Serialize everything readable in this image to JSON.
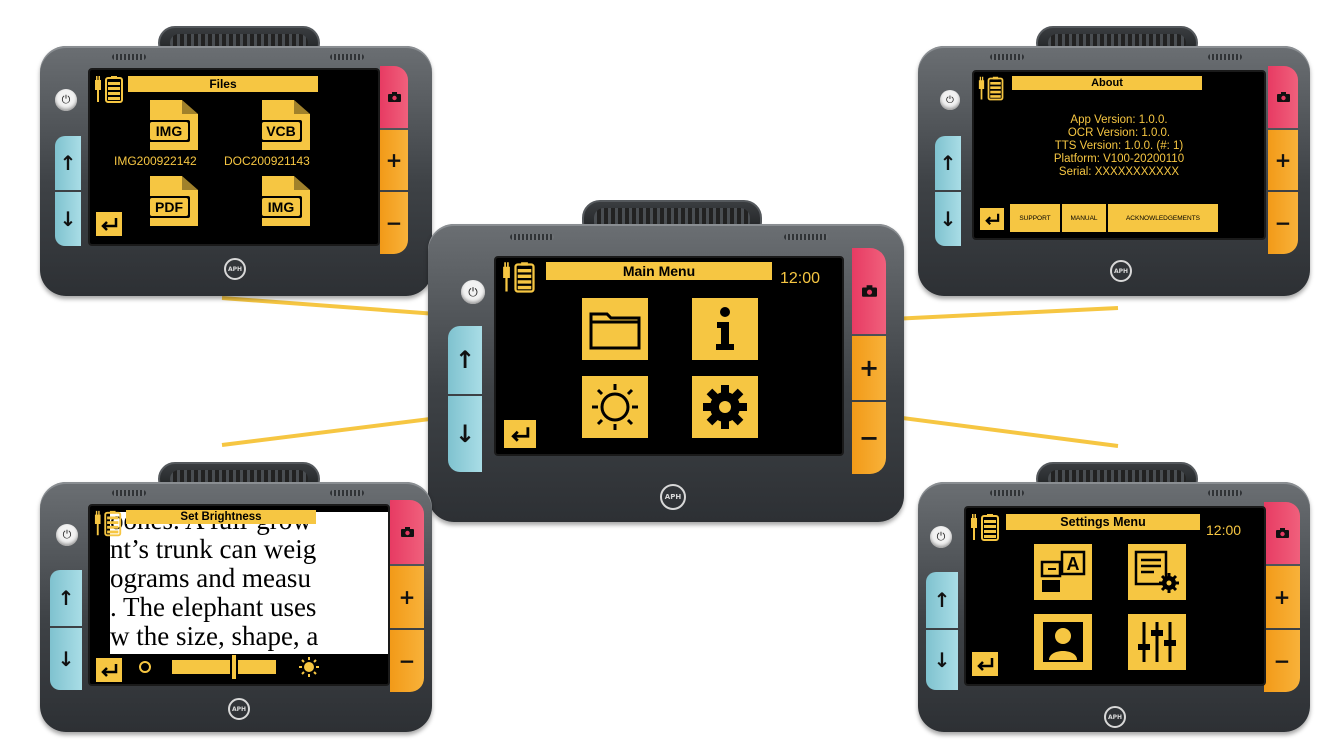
{
  "colors": {
    "accent": "#f6c642",
    "camera": "#e73b63",
    "zoom": "#f29a18",
    "arrows": "#a9dde6",
    "screen": "#000000"
  },
  "device": {
    "logo": "APH",
    "power_icon": "power-icon",
    "camera_icon": "camera-icon",
    "plus_label": "+",
    "minus_label": "−",
    "up_icon": "↑",
    "down_icon": "↓"
  },
  "main_menu": {
    "title": "Main Menu",
    "clock": "12:00",
    "tiles": [
      {
        "name": "folder-icon"
      },
      {
        "name": "info-icon",
        "glyph": "i"
      },
      {
        "name": "brightness-icon"
      },
      {
        "name": "gear-icon"
      }
    ]
  },
  "files": {
    "title": "Files",
    "items": [
      {
        "type": "IMG",
        "name": "IMG200922142"
      },
      {
        "type": "VCB",
        "name": "DOC200921143"
      },
      {
        "type": "PDF",
        "name": ""
      },
      {
        "type": "IMG",
        "name": ""
      }
    ]
  },
  "about": {
    "title": "About",
    "lines": [
      "App Version: 1.0.0.",
      "OCR Version: 1.0.0.",
      "TTS Version: 1.0.0. (#: 1)",
      "Platform: V100-20200110",
      "Serial: XXXXXXXXXXX"
    ],
    "tabs": [
      "SUPPORT",
      "MANUAL",
      "ACKNOWLEDGEMENTS"
    ]
  },
  "brightness": {
    "title": "Set Brightness",
    "lines": [
      "oones. A full-grow",
      "nt’s trunk can weig",
      "ograms and measu",
      ". The elephant uses",
      "w the size, shape, a"
    ],
    "level": 0.6
  },
  "settings": {
    "title": "Settings Menu",
    "clock": "12:00",
    "tiles": [
      {
        "name": "text-style-icon",
        "glyph": "A"
      },
      {
        "name": "document-settings-icon"
      },
      {
        "name": "user-profile-icon"
      },
      {
        "name": "sliders-icon"
      }
    ]
  }
}
